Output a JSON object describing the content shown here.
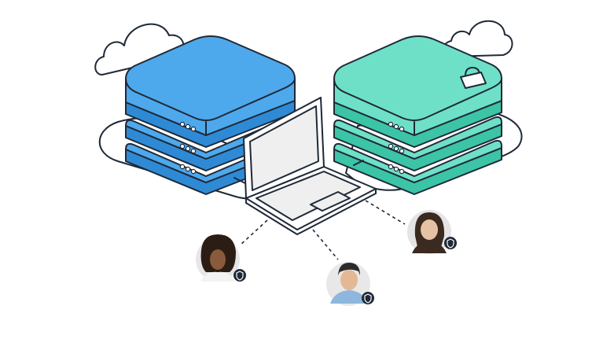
{
  "colors": {
    "outline": "#1f2937",
    "server_blue_top": "#4ea8ec",
    "server_blue_side": "#2f8ad6",
    "server_teal_top": "#6ee0c8",
    "server_teal_side": "#3cc4a6",
    "laptop_screen": "#efefef",
    "badge": "#1f2937"
  },
  "icons": {
    "lock": "padlock-icon",
    "badge": "shield-icon",
    "cloud": "cloud-icon"
  },
  "users": [
    {
      "name": "user-avatar-left"
    },
    {
      "name": "user-avatar-center"
    },
    {
      "name": "user-avatar-right"
    }
  ]
}
